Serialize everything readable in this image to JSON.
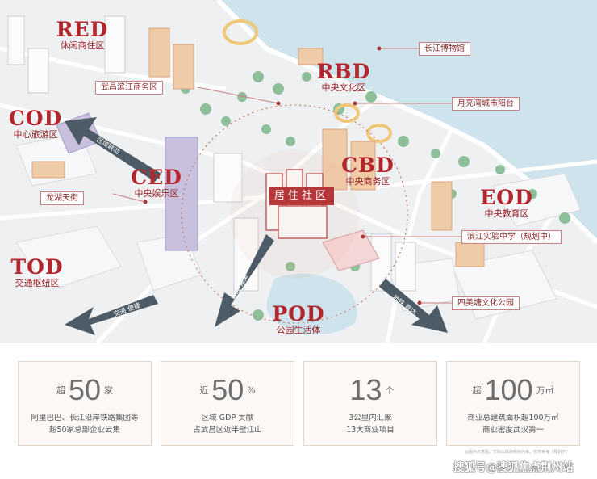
{
  "zones": {
    "red": {
      "code": "RED",
      "name": "休闲商住区"
    },
    "rbd": {
      "code": "RBD",
      "name": "中央文化区"
    },
    "cod": {
      "code": "COD",
      "name": "中心旅游区"
    },
    "ced": {
      "code": "CED",
      "name": "中央娱乐区"
    },
    "cbd": {
      "code": "CBD",
      "name": "中央商务区"
    },
    "eod": {
      "code": "EOD",
      "name": "中央教育区"
    },
    "tod": {
      "code": "TOD",
      "name": "交通枢纽区"
    },
    "pod": {
      "code": "POD",
      "name": "公园生活体"
    }
  },
  "center_label": "居住社区",
  "landmarks": {
    "museum": "长江博物馆",
    "wuchang_business": "武昌滨江商务区",
    "moon_bay": "月亮湾城市阳台",
    "longhu": "龙湖天街",
    "binjiang_school": "滨江实验中学（规划中）",
    "simeitang": "四美塘文化公园"
  },
  "arrows": {
    "regional": "区域联动",
    "transport": "交通 便捷",
    "function": "功能 聚集",
    "metro": "地铁 直达"
  },
  "stats": [
    {
      "prefix": "超",
      "number": "50",
      "suffix": "家",
      "line1": "阿里巴巴、长江沿岸铁路集团等",
      "line2": "超50家总部企业云集"
    },
    {
      "prefix": "近",
      "number": "50",
      "suffix": "%",
      "line1": "区域 GDP 贡献",
      "line2": "占武昌区近半壁江山"
    },
    {
      "prefix": "",
      "number": "13",
      "suffix": "个",
      "line1": "3公里内汇聚",
      "line2": "13大商业项目"
    },
    {
      "prefix": "超",
      "number": "100",
      "suffix": "万㎡",
      "line1": "商业总建筑面积超100万㎡",
      "line2": "商业密度武汉第一"
    }
  ],
  "footnote": "此图为示意图，实际以政府规划为准，仅供参考（规划中）",
  "watermark": "搜狐号@搜狐焦点荆州站",
  "colors": {
    "accent": "#b4262d",
    "river": "#cfe3ec",
    "tree": "#8fbf9a",
    "orange_tower": "#f0cba8",
    "purple_block": "#c9c0dd"
  }
}
